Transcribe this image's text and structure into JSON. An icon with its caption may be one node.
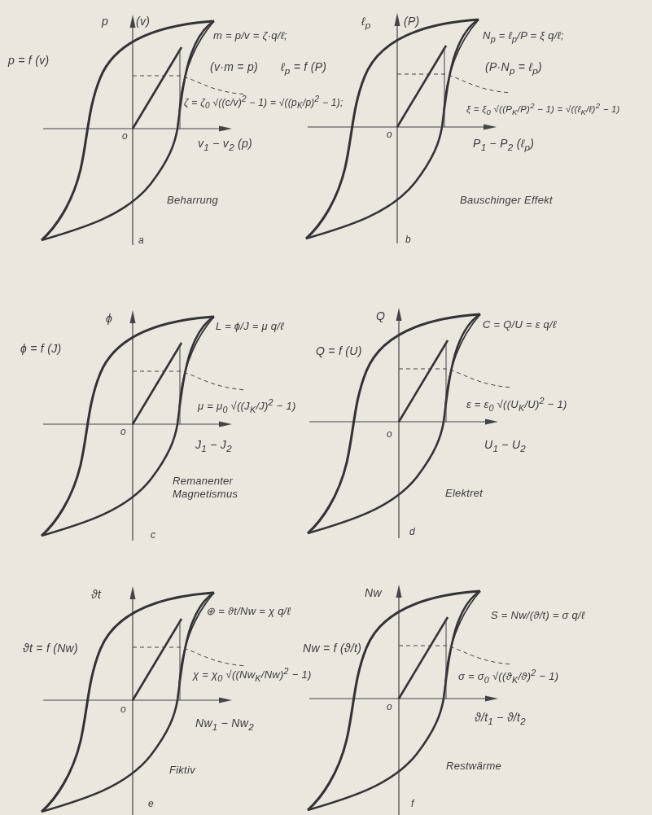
{
  "diagram": {
    "labels": [
      "p",
      "(v)",
      "p = f (v)",
      "m = p/v = ζ·q/ℓ;",
      "(v·m = p)",
      "ζ = ζ$_{0}$ √((c/v)$^{2}$ − 1) = √((p$_{K}$/p)$^{2}$ − 1);",
      "o",
      "v$_{1}$ − v$_{2}$ (p)",
      "Beharrung",
      "a",
      "ℓ$_{p}$",
      "(P)",
      "ℓ$_{p}$ = f (P)",
      "N$_{p}$ = ℓ$_{p}$/P = ξ q/ℓ;",
      "(P·N$_{p}$ = ℓ$_{p}$)",
      "ξ = ξ$_{0}$ √((P$_{K}$/P)$^{2}$ − 1) = √((ℓ$_{K}$/ℓ)$^{2}$ − 1)",
      "o",
      "P$_{1}$ − P$_{2}$ (ℓ$_{p}$)",
      "Bauschinger Effekt",
      "b",
      "ϕ",
      "ϕ = f (J)",
      "L = ϕ/J = μ q/ℓ",
      "μ = μ$_{0}$ √((J$_{K}$/J)$^{2}$ − 1)",
      "o",
      "J$_{1}$ − J$_{2}$",
      "Remanenter Magnetismus",
      "c",
      "Q",
      "Q = f (U)",
      "C = Q/U = ε q/ℓ",
      "ε = ε$_{0}$ √((U$_{K}$/U)$^{2}$ − 1)",
      "o",
      "U$_{1}$ − U$_{2}$",
      "Elektret",
      "d",
      "ϑt",
      "ϑt = f (Nw)",
      "⊕ = ϑt/Nw = χ q/ℓ",
      "χ = χ$_{0}$ √((Nw$_{K}$/Nw)$^{2}$ − 1)",
      "o",
      "Nw$_{1}$ − Nw$_{2}$",
      "Fiktiv",
      "e",
      "Nw",
      "Nw = f (ϑ/t)",
      "S = Nw/(ϑ/t) = σ q/ℓ",
      "σ = σ$_{0}$ √((ϑ$_{K}$/ϑ)$^{2}$ − 1)",
      "o",
      "ϑ/t$_{1}$ − ϑ/t$_{2}$",
      "Restwärme",
      "f"
    ]
  }
}
